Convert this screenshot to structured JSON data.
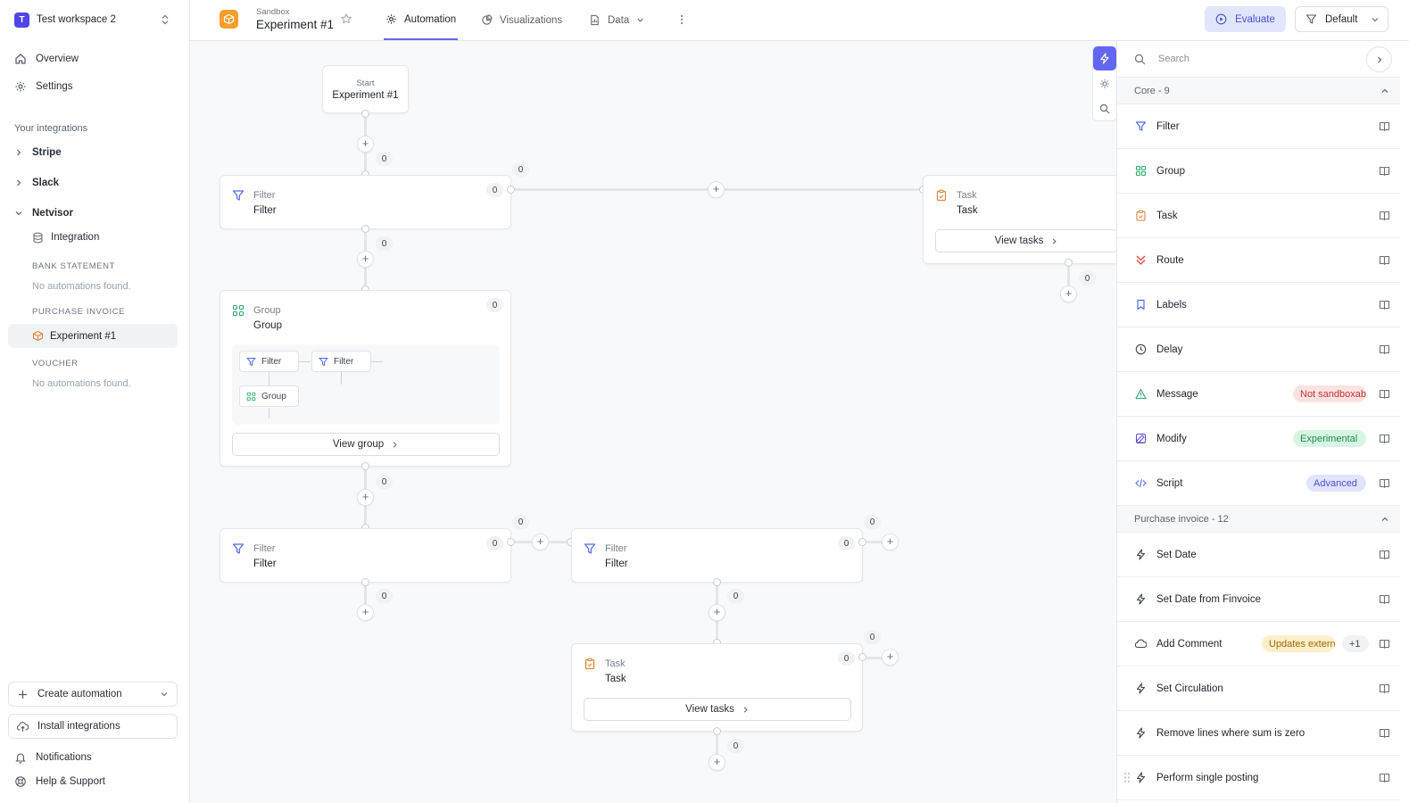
{
  "sidebar": {
    "workspace": {
      "badge": "T",
      "name": "Test workspace 2"
    },
    "nav": [
      {
        "label": "Overview",
        "icon": "home-icon"
      },
      {
        "label": "Settings",
        "icon": "gear-icon"
      }
    ],
    "integrations_label": "Your integrations",
    "integrations": [
      "Stripe",
      "Slack",
      "Netvisor"
    ],
    "netvisor_item": "Integration",
    "sections": {
      "bank_statement": "BANK STATEMENT",
      "purchase_invoice": "PURCHASE INVOICE",
      "voucher": "VOUCHER",
      "no_automations": "No automations found."
    },
    "active_automation": "Experiment #1",
    "bottom": {
      "create": "Create automation",
      "install": "Install integrations",
      "notifications": "Notifications",
      "help": "Help & Support"
    }
  },
  "topbar": {
    "breadcrumb": "Sandbox",
    "title": "Experiment #1",
    "tabs": [
      "Automation",
      "Visualizations",
      "Data"
    ],
    "evaluate": "Evaluate",
    "preset": "Default"
  },
  "canvas": {
    "start": {
      "label": "Start",
      "name": "Experiment #1"
    },
    "filter_type": "Filter",
    "filter_name": "Filter",
    "group_type": "Group",
    "group_name": "Group",
    "task_type": "Task",
    "task_name": "Task",
    "view_group": "View group",
    "view_tasks": "View tasks",
    "mini_filter": "Filter",
    "mini_group": "Group",
    "count": "0"
  },
  "panel": {
    "search_placeholder": "Search",
    "groups": [
      {
        "label": "Core - 9",
        "items": [
          {
            "label": "Filter",
            "icon": "filter-icon",
            "color": "#4f6bed"
          },
          {
            "label": "Group",
            "icon": "group-icon",
            "color": "#2fa86a"
          },
          {
            "label": "Task",
            "icon": "clipboard-icon",
            "color": "#e3823a"
          },
          {
            "label": "Route",
            "icon": "route-icon",
            "color": "#e0453a"
          },
          {
            "label": "Labels",
            "icon": "bookmark-icon",
            "color": "#4f6bed"
          },
          {
            "label": "Delay",
            "icon": "clock-icon",
            "color": "#3f444c"
          },
          {
            "label": "Message",
            "icon": "warning-icon",
            "color": "#2fa86a",
            "badges": [
              {
                "text": "Not sandboxable",
                "bg": "#fde2e2",
                "fg": "#c23434"
              }
            ]
          },
          {
            "label": "Modify",
            "icon": "edit-icon",
            "color": "#5b4fd6",
            "badges": [
              {
                "text": "Experimental",
                "bg": "#d7f5e3",
                "fg": "#1f8a52"
              }
            ]
          },
          {
            "label": "Script",
            "icon": "code-icon",
            "color": "#4f6bed",
            "badges": [
              {
                "text": "Advanced",
                "bg": "#e0e4fc",
                "fg": "#4a4fd1"
              }
            ]
          }
        ]
      },
      {
        "label": "Purchase invoice - 12",
        "items": [
          {
            "label": "Set Date",
            "icon": "bolt-icon",
            "color": "#3f444c"
          },
          {
            "label": "Set Date from Finvoice",
            "icon": "bolt-icon",
            "color": "#3f444c"
          },
          {
            "label": "Add Comment",
            "icon": "cloud-icon",
            "color": "#3f444c",
            "badges": [
              {
                "text": "Updates external",
                "bg": "#fdf0c8",
                "fg": "#a0650b"
              },
              {
                "text": "+1",
                "bg": "#f1f2f4",
                "fg": "#3f444c"
              }
            ]
          },
          {
            "label": "Set Circulation",
            "icon": "bolt-icon",
            "color": "#3f444c"
          },
          {
            "label": "Remove lines where sum is zero",
            "icon": "bolt-icon",
            "color": "#3f444c"
          },
          {
            "label": "Perform single posting",
            "icon": "bolt-icon",
            "color": "#3f444c"
          }
        ]
      }
    ]
  }
}
